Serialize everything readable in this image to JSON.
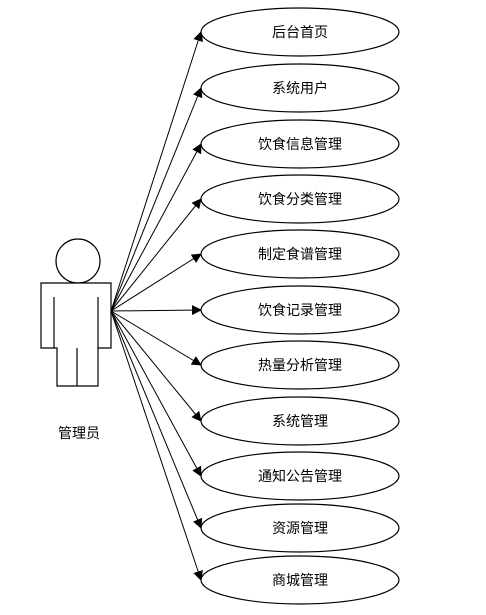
{
  "actor": {
    "label": "管理员"
  },
  "use_cases": [
    {
      "label": "后台首页"
    },
    {
      "label": "系统用户"
    },
    {
      "label": "饮食信息管理"
    },
    {
      "label": "饮食分类管理"
    },
    {
      "label": "制定食谱管理"
    },
    {
      "label": "饮食记录管理"
    },
    {
      "label": "热量分析管理"
    },
    {
      "label": "系统管理"
    },
    {
      "label": "通知公告管理"
    },
    {
      "label": "资源管理"
    },
    {
      "label": "商城管理"
    }
  ],
  "colors": {
    "stroke": "#000000",
    "background": "#ffffff"
  }
}
